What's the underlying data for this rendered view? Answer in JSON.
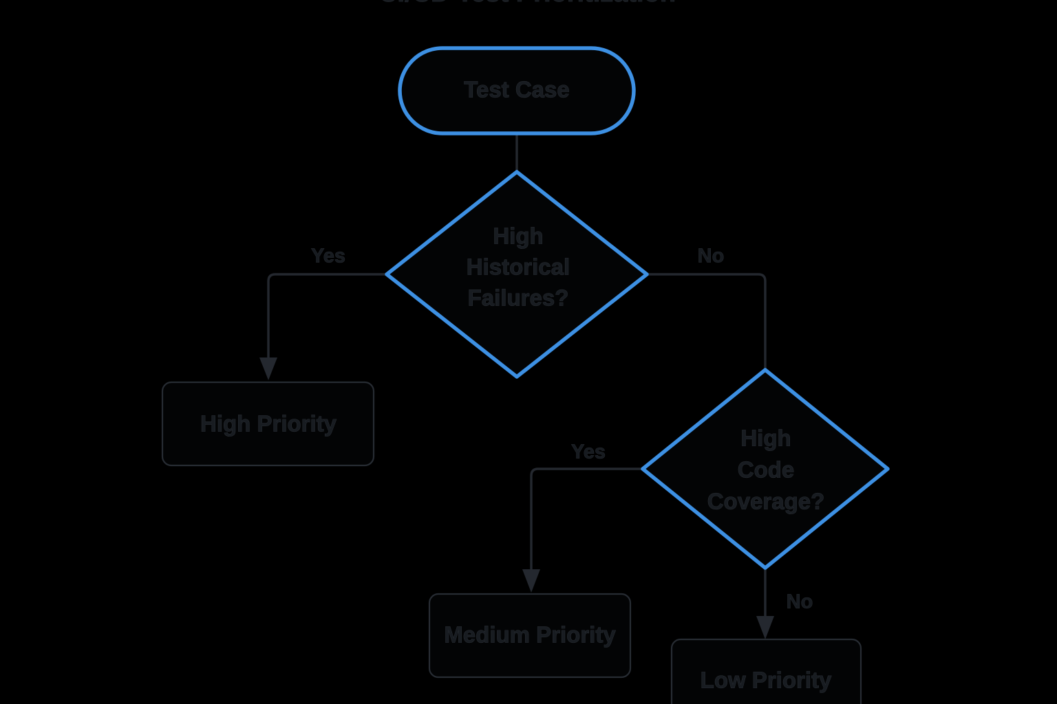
{
  "title": "CI/CD Test Prioritization",
  "theme": {
    "background": "#000000",
    "accent_border": "#3d90e3",
    "plain_border": "#272c33",
    "node_fill": "#030405",
    "edge_stroke": "#24282f",
    "label_fill": "#181c21"
  },
  "nodes": {
    "start": {
      "label": "Test Case",
      "shape": "stadium",
      "style": "accent"
    },
    "decision_failures": {
      "label_line1": "High",
      "label_line2": "Historical",
      "label_line3": "Failures?",
      "shape": "diamond",
      "style": "accent"
    },
    "decision_coverage": {
      "label_line1": "High",
      "label_line2": "Code",
      "label_line3": "Coverage?",
      "shape": "diamond",
      "style": "accent"
    },
    "high_priority": {
      "label": "High Priority",
      "shape": "rounded-rect",
      "style": "plain"
    },
    "medium_priority": {
      "label": "Medium Priority",
      "shape": "rounded-rect",
      "style": "plain"
    },
    "low_priority": {
      "label": "Low Priority",
      "shape": "rounded-rect",
      "style": "plain"
    }
  },
  "edges": {
    "start_to_failures": {
      "label": ""
    },
    "failures_yes": {
      "label": "Yes"
    },
    "failures_no": {
      "label": "No"
    },
    "coverage_yes": {
      "label": "Yes"
    },
    "coverage_no": {
      "label": "No"
    }
  },
  "chart_data": {
    "type": "diagram",
    "diagram_kind": "flowchart",
    "direction": "top-down",
    "title": "CI/CD Test Prioritization",
    "nodes": [
      {
        "id": "start",
        "text": "Test Case",
        "shape": "stadium",
        "accent": true
      },
      {
        "id": "decision_failures",
        "text": "High Historical Failures?",
        "shape": "diamond",
        "accent": true
      },
      {
        "id": "high_priority",
        "text": "High Priority",
        "shape": "rounded-rect",
        "accent": false
      },
      {
        "id": "decision_coverage",
        "text": "High Code Coverage?",
        "shape": "diamond",
        "accent": true
      },
      {
        "id": "medium_priority",
        "text": "Medium Priority",
        "shape": "rounded-rect",
        "accent": false
      },
      {
        "id": "low_priority",
        "text": "Low Priority",
        "shape": "rounded-rect",
        "accent": false
      }
    ],
    "edges": [
      {
        "from": "start",
        "to": "decision_failures",
        "label": ""
      },
      {
        "from": "decision_failures",
        "to": "high_priority",
        "label": "Yes"
      },
      {
        "from": "decision_failures",
        "to": "decision_coverage",
        "label": "No"
      },
      {
        "from": "decision_coverage",
        "to": "medium_priority",
        "label": "Yes"
      },
      {
        "from": "decision_coverage",
        "to": "low_priority",
        "label": "No"
      }
    ]
  }
}
